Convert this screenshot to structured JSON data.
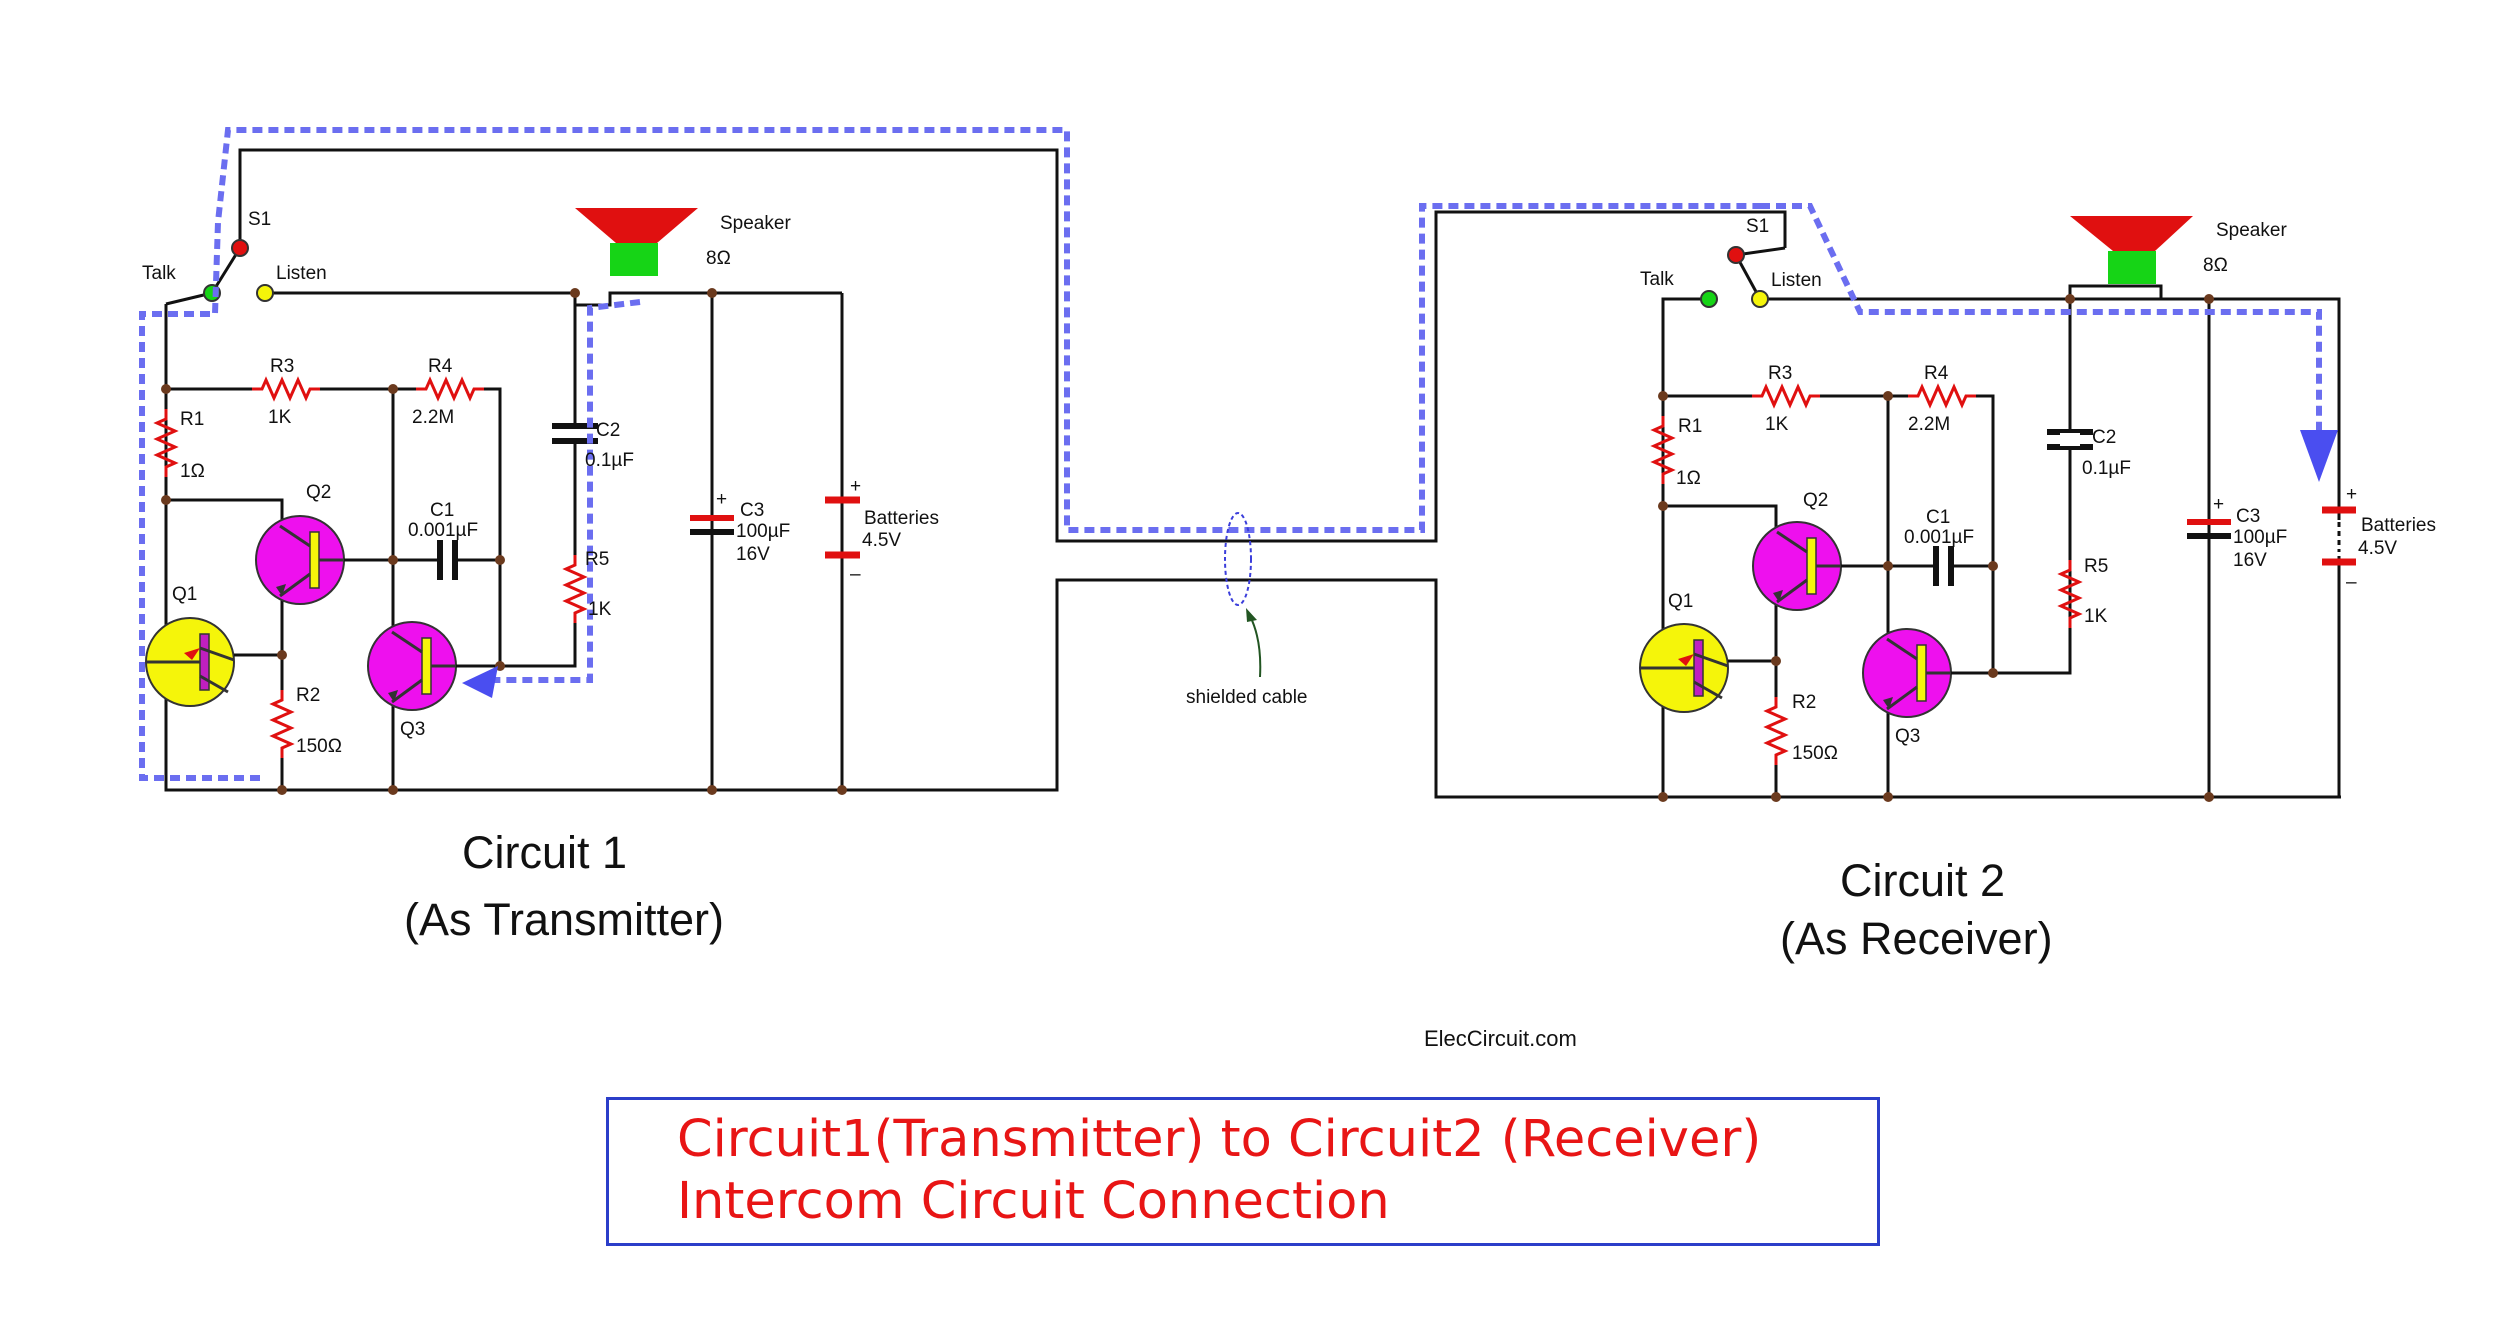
{
  "diagram": {
    "circuit1": {
      "title": "Circuit 1",
      "subtitle": "(As Transmitter)",
      "switch": "S1",
      "talk": "Talk",
      "listen": "Listen",
      "speaker": "Speaker",
      "speaker_value": "8Ω",
      "r1": "R1",
      "r1_value": "1Ω",
      "r2": "R2",
      "r2_value": "150Ω",
      "r3": "R3",
      "r3_value": "1K",
      "r4": "R4",
      "r4_value": "2.2M",
      "r5": "R5",
      "r5_value": "1K",
      "c1": "C1",
      "c1_value": "0.001µF",
      "c2": "C2",
      "c2_value": "0.1µF",
      "c3": "C3",
      "c3_value1": "100µF",
      "c3_value2": "16V",
      "q1": "Q1",
      "q2": "Q2",
      "q3": "Q3",
      "batteries": "Batteries",
      "batteries_value": "4.5V",
      "plus": "+",
      "minus": "–"
    },
    "circuit2": {
      "title": "Circuit 2",
      "subtitle": "(As Receiver)",
      "switch": "S1",
      "talk": "Talk",
      "listen": "Listen",
      "speaker": "Speaker",
      "speaker_value": "8Ω",
      "r1": "R1",
      "r1_value": "1Ω",
      "r2": "R2",
      "r2_value": "150Ω",
      "r3": "R3",
      "r3_value": "1K",
      "r4": "R4",
      "r4_value": "2.2M",
      "r5": "R5",
      "r5_value": "1K",
      "c1": "C1",
      "c1_value": "0.001µF",
      "c2": "C2",
      "c2_value": "0.1µF",
      "c3": "C3",
      "c3_value1": "100µF",
      "c3_value2": "16V",
      "q1": "Q1",
      "q2": "Q2",
      "q3": "Q3",
      "batteries": "Batteries",
      "batteries_value": "4.5V",
      "plus": "+",
      "minus": "–"
    },
    "cable_label": "shielded cable",
    "website": "ElecCircuit.com",
    "caption_line1": "Circuit1(Transmitter) to Circuit2 (Receiver)",
    "caption_line2": "Intercom Circuit Connection",
    "colors": {
      "wire": "#111111",
      "signal_path": "#6b6ef0",
      "resistor": "#e01010",
      "speaker_horn": "#e01010",
      "speaker_coil": "#16d416",
      "transistor_q1": "#f5f50a",
      "transistor_q2_q3": "#ee10ee",
      "caption_text": "#e81515",
      "caption_border": "#2b3ec9"
    }
  }
}
